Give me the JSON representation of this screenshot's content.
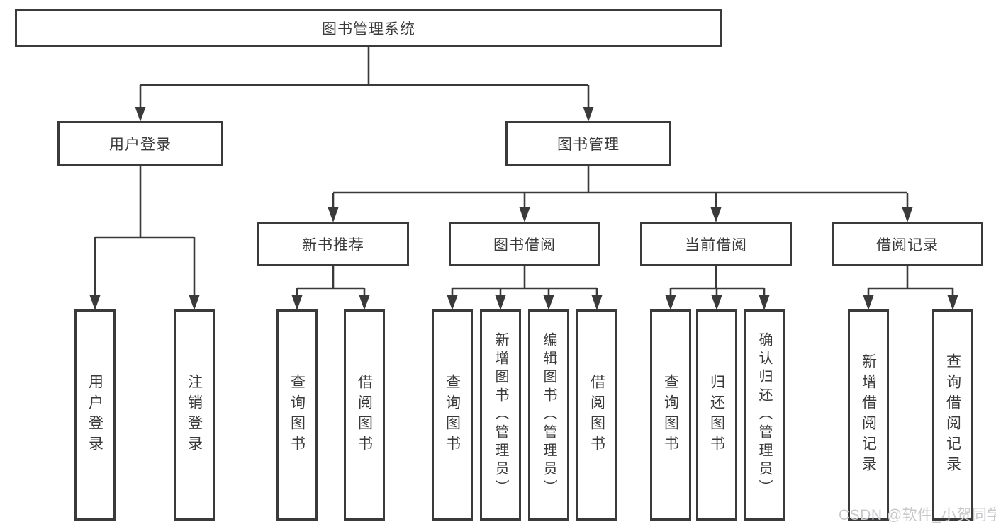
{
  "diagram": {
    "title": "图书管理系统",
    "level2": [
      {
        "id": "user_login",
        "label": "用户登录"
      },
      {
        "id": "book_management",
        "label": "图书管理"
      }
    ],
    "level3": [
      {
        "id": "new_book_recommend",
        "label": "新书推荐"
      },
      {
        "id": "book_borrow",
        "label": "图书借阅"
      },
      {
        "id": "current_borrow",
        "label": "当前借阅"
      },
      {
        "id": "borrow_records",
        "label": "借阅记录"
      }
    ],
    "leaves": {
      "user_login": [
        "用户登录",
        "注销登录"
      ],
      "new_book_recommend": [
        "查询图书",
        "借阅图书"
      ],
      "book_borrow": [
        "查询图书",
        "新增图书（管理员）",
        "编辑图书（管理员）",
        "借阅图书"
      ],
      "current_borrow": [
        "查询图书",
        "归还图书",
        "确认归还（管理员）"
      ],
      "borrow_records": [
        "新增借阅记录",
        "查询借阅记录"
      ]
    },
    "colors": {
      "line": "#3a3a3a",
      "text": "#3a3a3a",
      "box_background": "#ffffff",
      "watermark": "#c8c8cb"
    }
  },
  "watermark": {
    "text": "CSDN @软件_小贺同学"
  }
}
